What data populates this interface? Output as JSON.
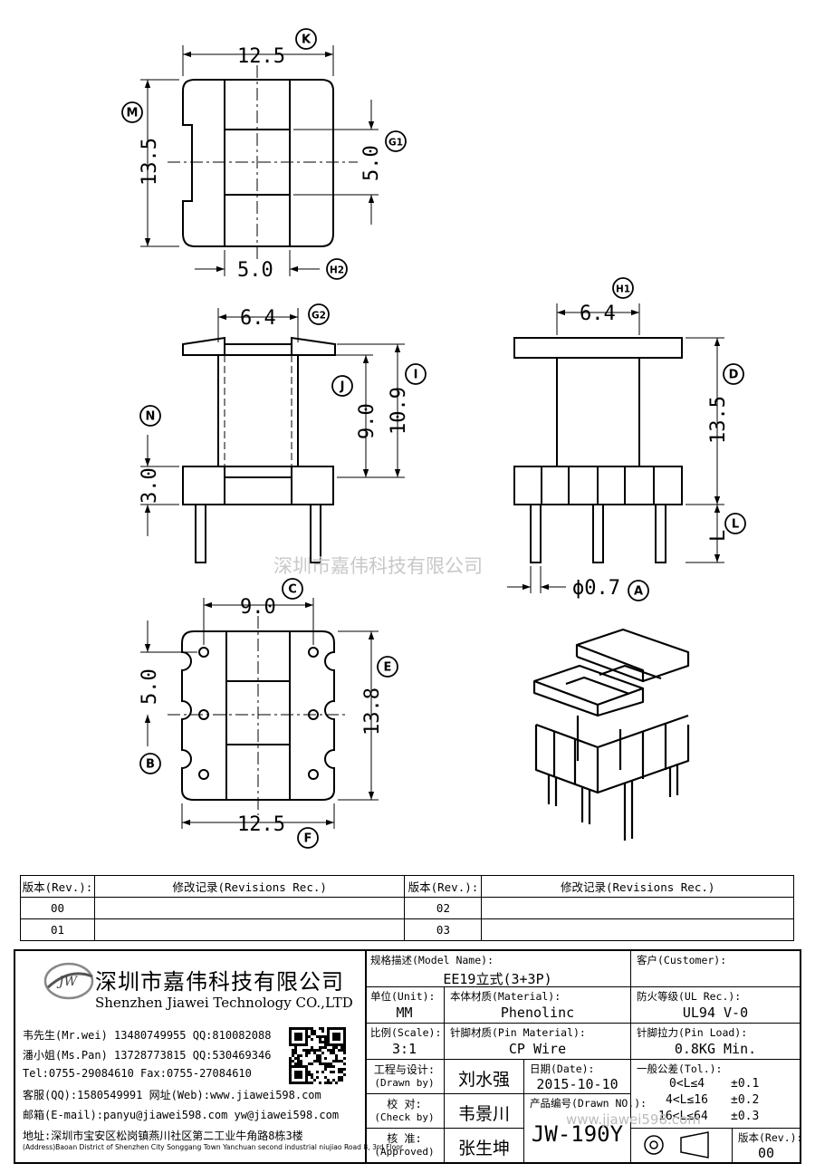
{
  "dims": {
    "top_width": "12.5",
    "top_height": "13.5",
    "top_g1": "5.0",
    "top_h2": "5.0",
    "front_g2": "6.4",
    "front_j": "9.0",
    "front_i": "10.9",
    "front_n": "3.0",
    "side_h1": "6.4",
    "side_d": "13.5",
    "side_l": "L",
    "side_pin": "ϕ0.7",
    "bottom_c": "9.0",
    "bottom_e": "13.8",
    "bottom_b": "5.0",
    "bottom_f": "12.5"
  },
  "callouts": {
    "K": "K",
    "M": "M",
    "G1": "G1",
    "H2": "H2",
    "G2": "G2",
    "J": "J",
    "I": "I",
    "N": "N",
    "H1": "H1",
    "D": "D",
    "L": "L",
    "A": "A",
    "C": "C",
    "E": "E",
    "B": "B",
    "F": "F"
  },
  "watermark": "深圳市嘉伟科技有限公司",
  "watermark2": "www.jjawei598.com",
  "revisions": {
    "col_rev": "版本(Rev.):",
    "col_rec": "修改记录(Revisions Rec.)",
    "rows": [
      [
        "00",
        "02"
      ],
      [
        "01",
        "03"
      ]
    ]
  },
  "company": {
    "logo_text": "JW",
    "name_cn": "深圳市嘉伟科技有限公司",
    "name_en": "Shenzhen Jiawei Technology CO.,LTD",
    "contacts": [
      "韦先生(Mr.wei) 13480749955 QQ:810082088",
      "潘小姐(Ms.Pan) 13728773815 QQ:530469346",
      "Tel:0755-29084610     Fax:0755-27084610",
      "客服(QQ):1580549991  网址(Web):www.jiawei598.com",
      "邮箱(E-mail):panyu@jiawei598.com  yw@jiawei598.com"
    ],
    "address": "地址:深圳市宝安区松岗镇燕川社区第二工业牛角路8栋3楼",
    "address_en": "(Address)Baoan District of Shenzhen City Songgang Town Yanchuan  second industrial niujiao Road 8, 3rd Floor"
  },
  "titleblock": {
    "model_label": "规格描述(Model Name):",
    "model": "EE19立式(3+3P)",
    "customer_label": "客户(Customer):",
    "customer": "",
    "unit_label": "单位(Unit):",
    "unit": "MM",
    "material_label": "本体材质(Material):",
    "material": "Phenolinc",
    "ul_label": "防火等级(UL Rec.):",
    "ul": "UL94 V-0",
    "scale_label": "比例(Scale):",
    "scale": "3:1",
    "pin_material_label": "针脚材质(Pin Material):",
    "pin_material": "CP Wire",
    "pin_load_label": "针脚拉力(Pin Load):",
    "pin_load": "0.8KG Min.",
    "drawn_label": "工程与设计:",
    "drawn_label_en": "(Drawn by)",
    "drawn": "刘水强",
    "check_label": "校  对:",
    "check_label_en": "(Check by)",
    "check": "韦景川",
    "approved_label": "核  准:",
    "approved_label_en": "(Approved)",
    "approved": "张生坤",
    "date_label": "日期(Date):",
    "date": "2015-10-10",
    "drawn_no_label": "产品编号(Drawn NO.):",
    "drawn_no": "JW-190Y",
    "tol_label": "一般公差(Tol.):",
    "tol": [
      [
        "0<L≤4",
        "±0.1"
      ],
      [
        "4<L≤16",
        "±0.2"
      ],
      [
        "16<L≤64",
        "±0.3"
      ]
    ],
    "rev_label": "版本(Rev.):",
    "rev": "00"
  }
}
